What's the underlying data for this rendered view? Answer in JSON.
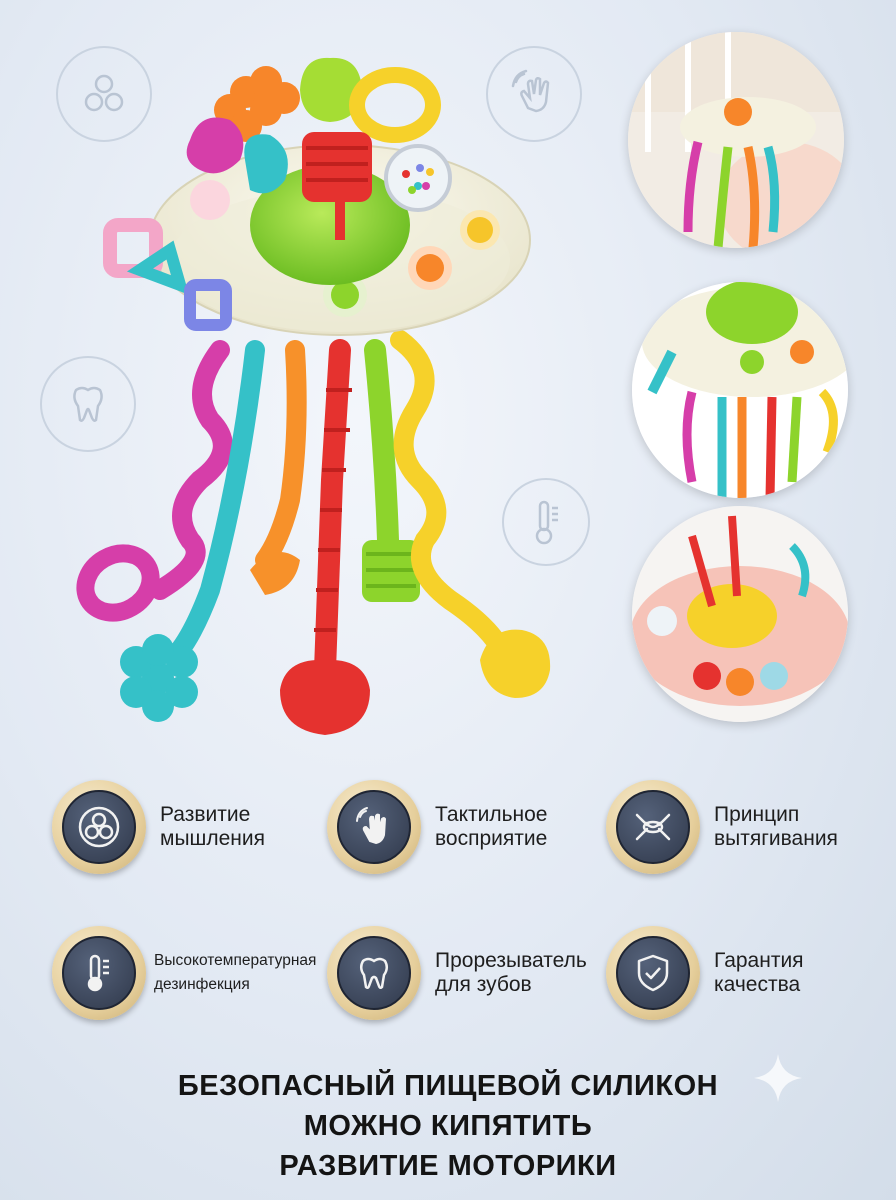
{
  "features": [
    {
      "label": "Развитие\nмышления",
      "icon": "circles-icon"
    },
    {
      "label": "Тактильное\nвосприятие",
      "icon": "hand-wave-icon"
    },
    {
      "label": "Принцип\nвытягивания",
      "icon": "knot-icon"
    },
    {
      "label": "Высокотемпературная\nдезинфекция",
      "icon": "thermometer-icon"
    },
    {
      "label": "Прорезыватель\nдля зубов",
      "icon": "tooth-icon"
    },
    {
      "label": "Гарантия\nкачества",
      "icon": "shield-check-icon"
    }
  ],
  "footer": {
    "line1": "БЕЗОПАСНЫЙ ПИЩЕВОЙ СИЛИКОН",
    "line2": "МОЖНО КИПЯТИТЬ",
    "line3": "РАЗВИТИЕ МОТОРИКИ"
  },
  "colors": {
    "badge_ring": "#e6cf9c",
    "badge_center": "#3b4559",
    "background": "#e2e9f3",
    "toy_base": "#f4f1e0"
  }
}
